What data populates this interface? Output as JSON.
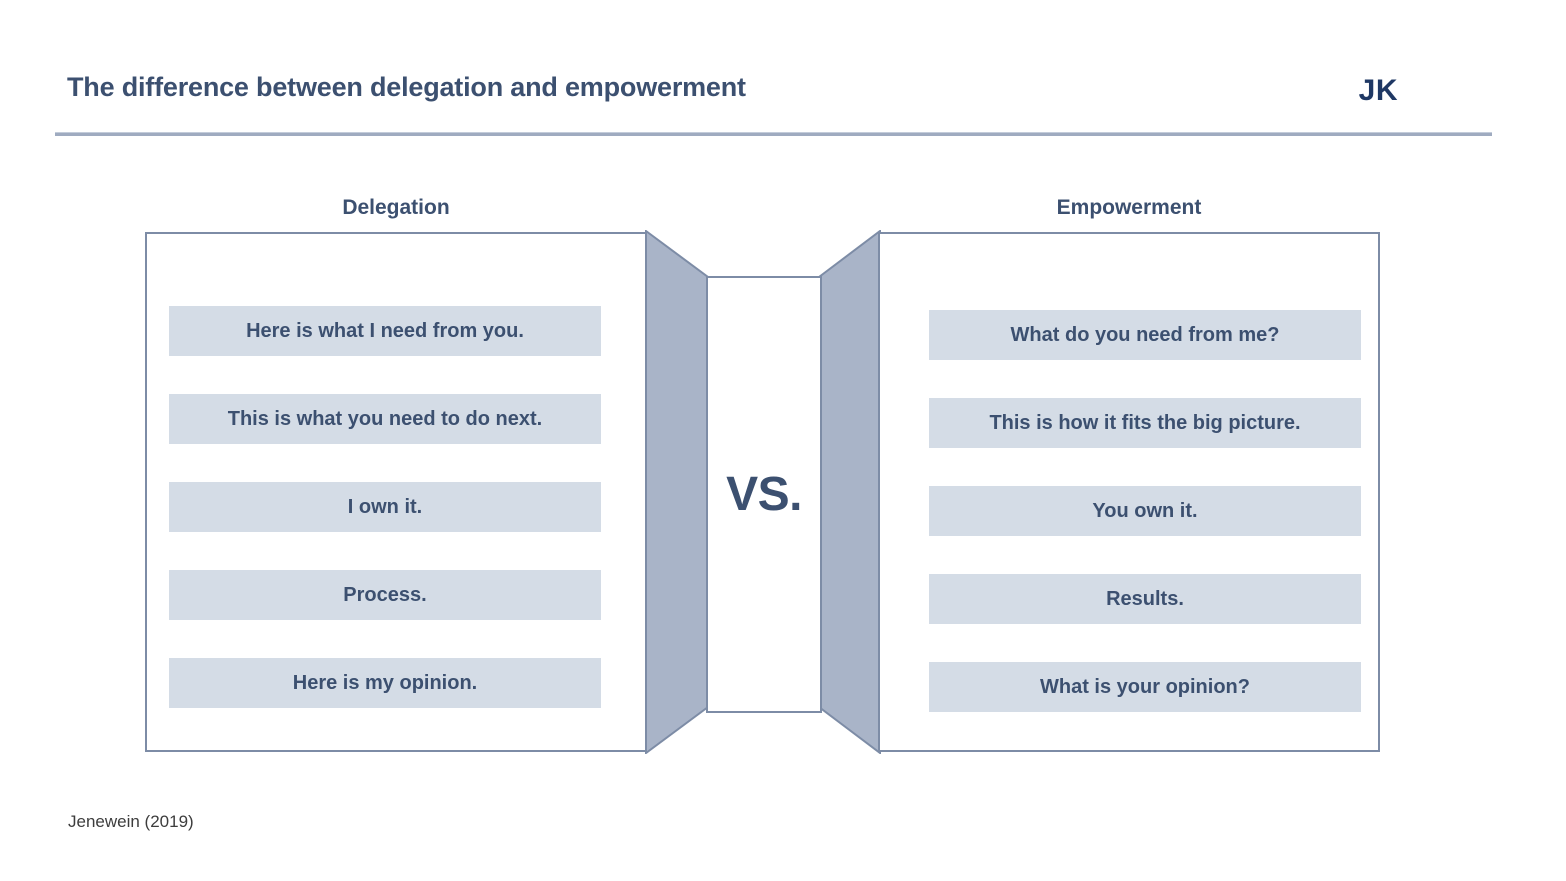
{
  "header": {
    "title": "The difference between delegation and empowerment",
    "logo": "JK",
    "rule_color": "#9fabc0"
  },
  "colors": {
    "text_navy": "#3c5070",
    "logo_navy": "#1f3864",
    "band_fill": "#d4dce6",
    "connector_fill": "#a9b4c8",
    "border": "#7d8ca6"
  },
  "comparison": {
    "center_label": "VS.",
    "left": {
      "heading": "Delegation",
      "items": [
        "Here is what I need from you.",
        "This is what you need to do next.",
        "I own it.",
        "Process.",
        "Here is my opinion."
      ]
    },
    "right": {
      "heading": "Empowerment",
      "items": [
        "What do you need from me?",
        "This is how it fits the big picture.",
        "You own it.",
        "Results.",
        "What is your opinion?"
      ]
    }
  },
  "footer": {
    "citation": "Jenewein  (2019)"
  }
}
